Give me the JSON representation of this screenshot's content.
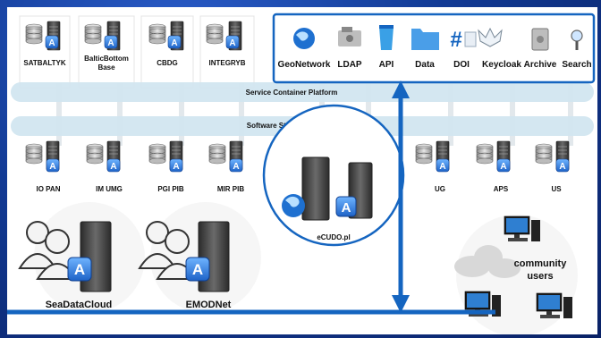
{
  "platforms": {
    "service_container": "Service Container Platform",
    "software_storage": "Software Storage Platform"
  },
  "top_nodes": [
    "SATBALTYK",
    "BalticBottom Base",
    "CBDG",
    "INTEGRYB"
  ],
  "services": [
    "GeoNetwork",
    "LDAP",
    "API",
    "Data",
    "DOI",
    "Keycloak",
    "Archive",
    "Search"
  ],
  "left_nodes": [
    "IO PAN",
    "IM UMG",
    "PGI PIB",
    "MIR PIB"
  ],
  "right_nodes": [
    "UG",
    "APS",
    "US"
  ],
  "center": "eCUDO.pl",
  "groups": [
    "SeaDataCloud",
    "EMODNet"
  ],
  "users": "community users",
  "colors": {
    "accent": "#1565c0",
    "platform_band": "#d2e6f0",
    "icon_blue": "#2f7fd1"
  }
}
